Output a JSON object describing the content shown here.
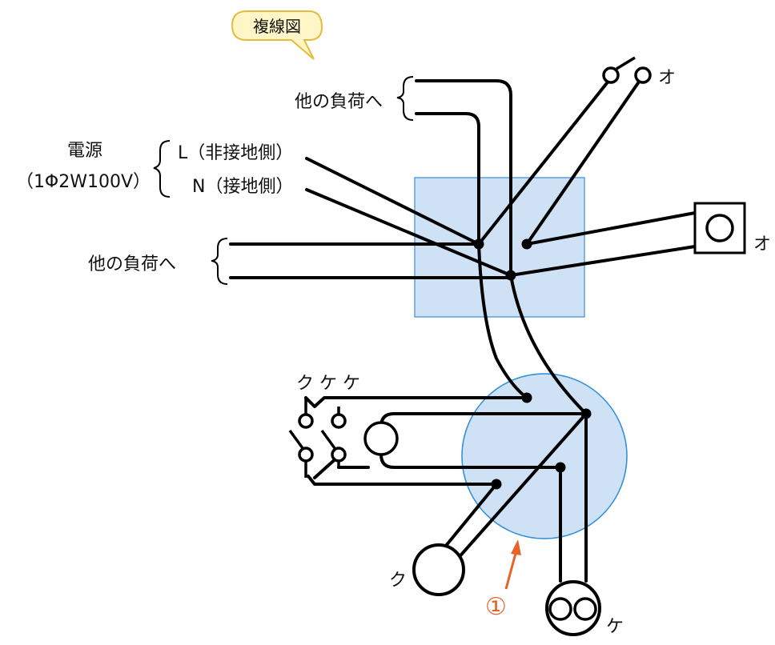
{
  "diagram": {
    "callout": "複線図",
    "labels": {
      "other_load_top": "他の負荷へ",
      "other_load_left": "他の負荷へ",
      "power_title": "電源",
      "power_spec": "（1Φ2W100V）",
      "line_live": "L（非接地側）",
      "line_neutral": "N（接地側）",
      "switch_o": "オ",
      "receptacle_o": "オ",
      "switch_group": "ク  ケ   ケ",
      "lamp_ku": "ク",
      "lamp_ke": "ケ",
      "marker": "①"
    },
    "colors": {
      "junction_box_fill": "#cfe2f5",
      "junction_box_stroke": "#5aa0db",
      "outlet_box_fill": "#cfe2f5",
      "outlet_box_stroke": "#2f8fd8",
      "callout_fill": "#fff6c7",
      "callout_stroke": "#e3bd3a",
      "marker": "#e8622a",
      "wire": "#000000"
    }
  }
}
